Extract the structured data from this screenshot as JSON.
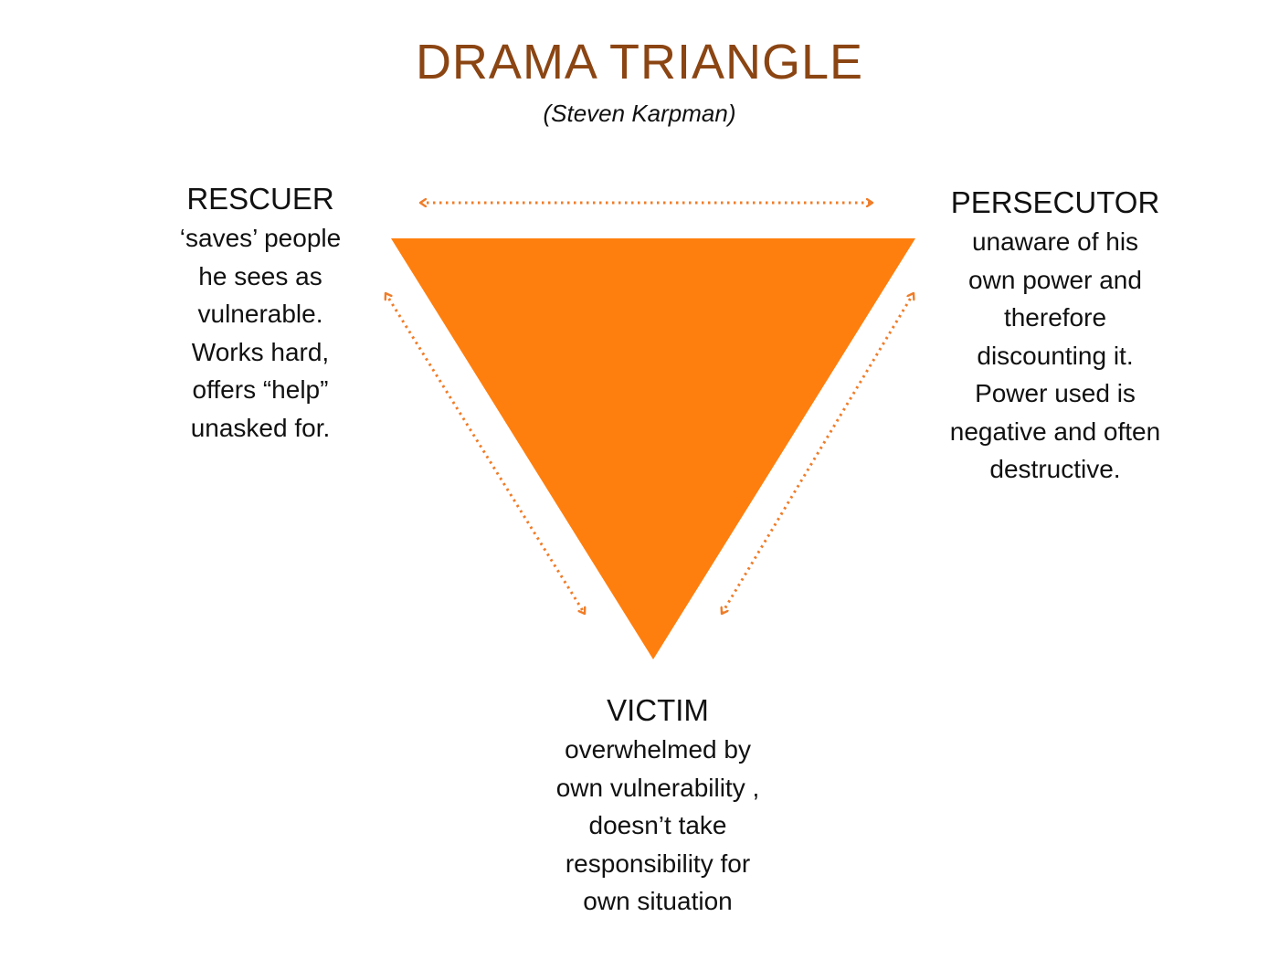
{
  "title": "DRAMA TRIANGLE",
  "subtitle": "(Steven Karpman)",
  "colors": {
    "title": "#8B4513",
    "triangle": "#FF7F0E",
    "arrows": "#F07C28",
    "text": "#111111"
  },
  "roles": {
    "rescuer": {
      "name": "RESCUER",
      "lines": [
        "‘saves’ people",
        "he sees as",
        "vulnerable.",
        "Works hard,",
        "offers “help”",
        "unasked for."
      ]
    },
    "persecutor": {
      "name": "PERSECUTOR",
      "lines": [
        "unaware of his",
        "own power and",
        "therefore",
        "discounting it.",
        "Power used is",
        "negative and often",
        "destructive."
      ]
    },
    "victim": {
      "name": "VICTIM",
      "lines": [
        "overwhelmed by",
        "own vulnerability ,",
        "doesn’t take",
        "responsibility for",
        "own situation"
      ]
    }
  },
  "arrows": [
    {
      "from": "rescuer",
      "to": "persecutor",
      "style": "dotted double-headed"
    },
    {
      "from": "rescuer",
      "to": "victim",
      "style": "dotted double-headed"
    },
    {
      "from": "persecutor",
      "to": "victim",
      "style": "dotted double-headed"
    }
  ]
}
